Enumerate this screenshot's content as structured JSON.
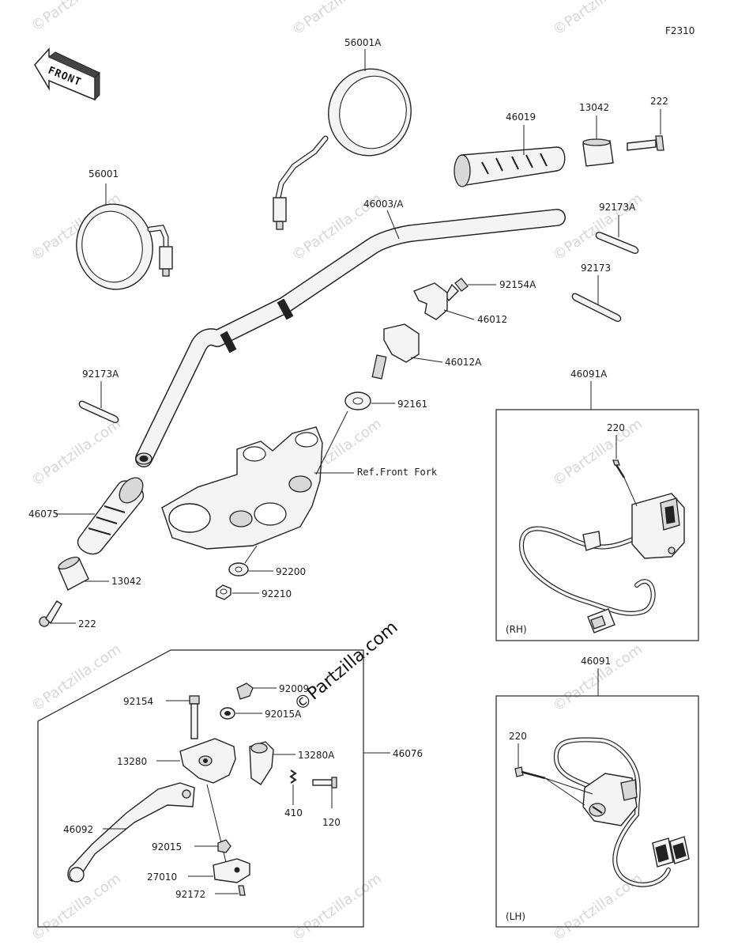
{
  "figure_code": "F2310",
  "front_arrow": {
    "text": "FRONT"
  },
  "watermark": {
    "text": "©Partzilla.com"
  },
  "callouts": {
    "p56001A": "56001A",
    "p56001": "56001",
    "p46019": "46019",
    "p13042_top": "13042",
    "p222_top": "222",
    "p46003A": "46003/A",
    "p92173A_right": "92173A",
    "p92173": "92173",
    "p92154A": "92154A",
    "p46012": "46012",
    "p46012A": "46012A",
    "p92173A_left": "92173A",
    "p92161": "92161",
    "p_ref_fork": "Ref.Front Fork",
    "p46091A": "46091A",
    "p220_rh": "220",
    "p46075": "46075",
    "p13042_bottom": "13042",
    "p222_bottom": "222",
    "p92200": "92200",
    "p92210": "92210",
    "p92009": "92009",
    "p92154": "92154",
    "p92015A": "92015A",
    "p13280": "13280",
    "p13280A": "13280A",
    "p46076": "46076",
    "p410": "410",
    "p120": "120",
    "p46092": "46092",
    "p92015": "92015",
    "p27010": "27010",
    "p92172": "92172",
    "p46091": "46091",
    "p220_lh": "220"
  },
  "inset_rh": {
    "tag": "(RH)"
  },
  "inset_lh": {
    "tag": "(LH)"
  }
}
